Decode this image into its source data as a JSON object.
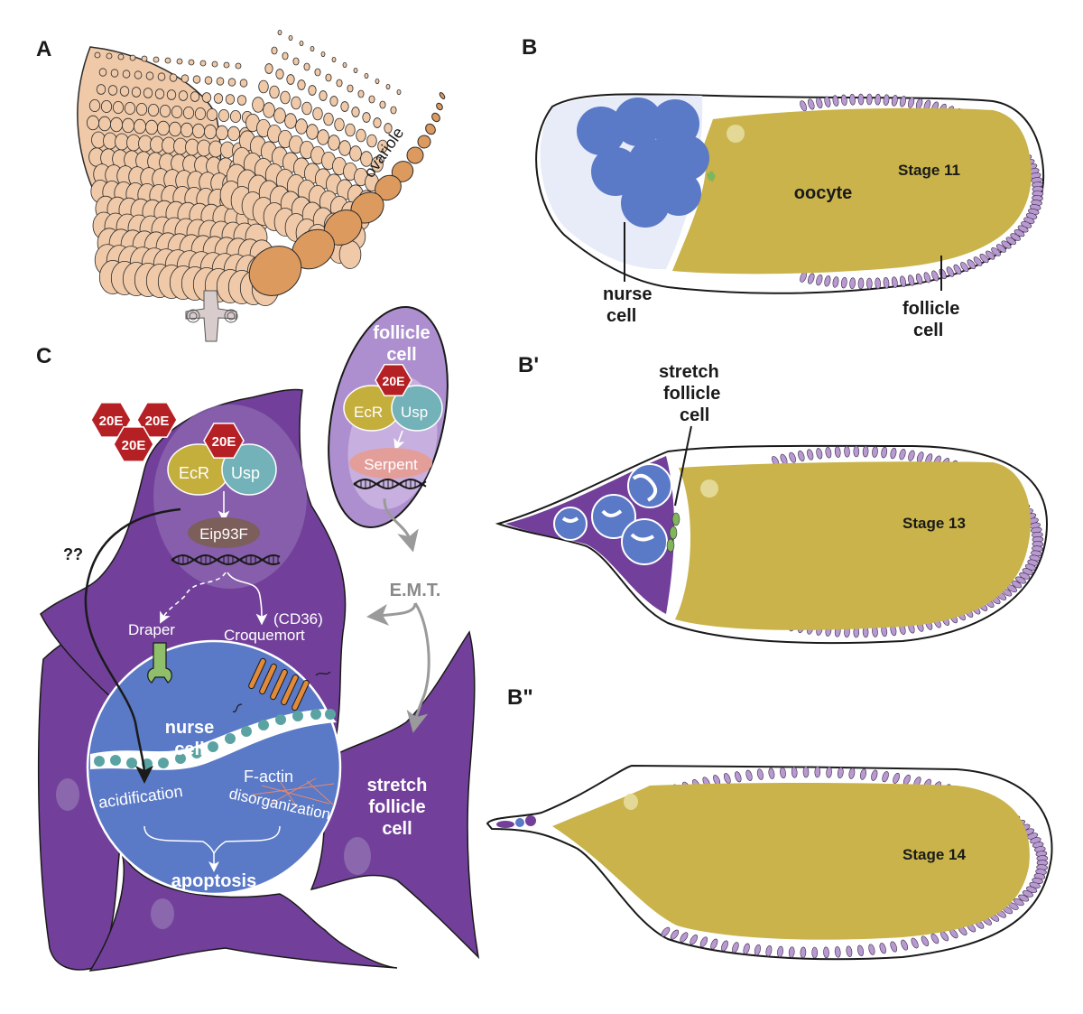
{
  "figure": {
    "panels": {
      "A": {
        "label": "A",
        "ovariole_label": "ovariole"
      },
      "B": {
        "label": "B",
        "stage": "Stage 11",
        "oocyte_label": "oocyte",
        "nurse_cell_label": [
          "nurse",
          "cell"
        ],
        "follicle_cell_label": [
          "follicle",
          "cell"
        ]
      },
      "B_prime": {
        "label": "B'",
        "stage": "Stage 13",
        "stretch_label": [
          "stretch",
          "follicle",
          "cell"
        ]
      },
      "B_double_prime": {
        "label": "B\"",
        "stage": "Stage 14"
      },
      "C": {
        "label": "C",
        "hormone": "20E",
        "receptor_ecr": "EcR",
        "receptor_usp": "Usp",
        "target_nurse": "Eip93F",
        "target_follicle": "Serpent",
        "follicle_cell_label": [
          "follicle",
          "cell"
        ],
        "emt_label": "E.M.T.",
        "unknown_label": "??",
        "draper_label": "Draper",
        "cd36_label": "(CD36)",
        "croquemort_label": "Croquemort",
        "nurse_cell_label": [
          "nurse",
          "cell"
        ],
        "acidification_label": "acidification",
        "factin_label": "F-actin",
        "disorganization_label": "disorganization",
        "apoptosis_label": "apoptosis",
        "stretch_label": [
          "stretch",
          "follicle",
          "cell"
        ]
      }
    },
    "colors": {
      "oocyte": "#c9b34a",
      "nurse_cell": "#5a79c6",
      "follicle_cell": "#b89ad0",
      "stretch_cell": "#72409a",
      "hormone": "#b52025",
      "ecr": "#c4ae3c",
      "usp": "#73b2b8",
      "eip93f": "#7c5e5a",
      "serpent": "#e39e9a",
      "ovary": "#efc9a8",
      "ovary_dark": "#dd9a5e",
      "emt_arrow": "#9a9a9a"
    }
  }
}
